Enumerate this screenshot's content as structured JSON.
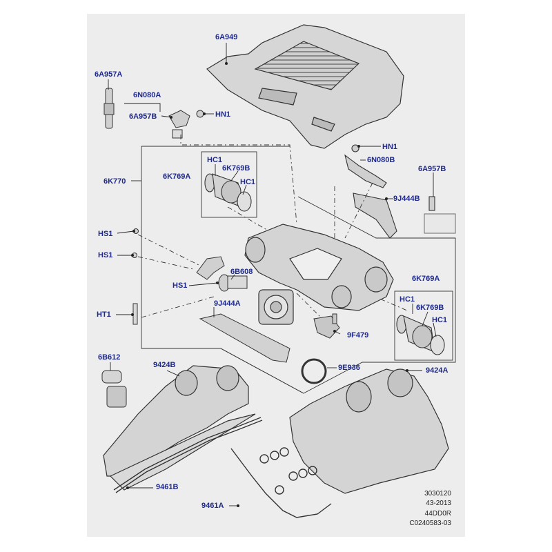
{
  "labels": {
    "l_6A949": "6A949",
    "l_6A957A": "6A957A",
    "l_6N080A": "6N080A",
    "l_6A957B_top": "6A957B",
    "l_HN1_top": "HN1",
    "l_HN1_right": "HN1",
    "l_6N080B": "6N080B",
    "l_6A957B_right": "6A957B",
    "l_9J444B": "9J444B",
    "l_HC1_a": "HC1",
    "l_6K769B_a": "6K769B",
    "l_6K769A_a": "6K769A",
    "l_HC1_b": "HC1",
    "l_6K770": "6K770",
    "l_HS1_a": "HS1",
    "l_HS1_b": "HS1",
    "l_6B608": "6B608",
    "l_HS1_c": "HS1",
    "l_HT1": "HT1",
    "l_9J444A": "9J444A",
    "l_9F479": "9F479",
    "l_6K769A_b": "6K769A",
    "l_HC1_c": "HC1",
    "l_6K769B_b": "6K769B",
    "l_HC1_d": "HC1",
    "l_9E936": "9E936",
    "l_9424A": "9424A",
    "l_6B612": "6B612",
    "l_9424B": "9424B",
    "l_9461B": "9461B",
    "l_9461A": "9461A"
  },
  "reference": {
    "line1": "3030120",
    "line2": "43-2013",
    "line3": "44DD0R",
    "line4": "C0240583-03"
  },
  "colors": {
    "label_text": "#1f2a8c",
    "frame_background": "#ededed",
    "part_fill": "#d9d9d9",
    "part_stroke": "#333333"
  }
}
